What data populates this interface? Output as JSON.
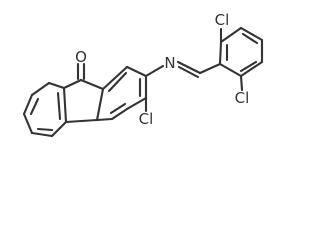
{
  "molecule": {
    "atoms": {
      "oxygen": "O",
      "nitrogen": "N",
      "chlorine_fluorene": "Cl",
      "chlorine_top": "Cl",
      "chlorine_bottom": "Cl"
    }
  }
}
